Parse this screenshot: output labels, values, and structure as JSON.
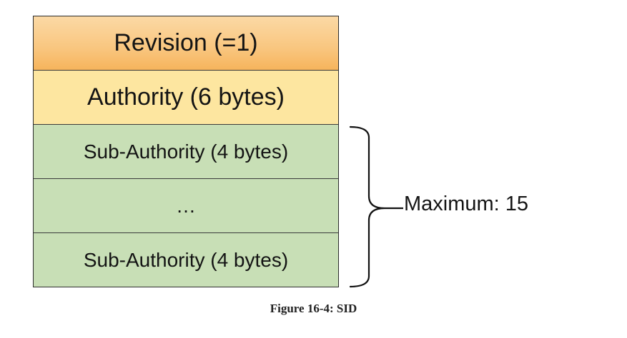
{
  "sid_structure": {
    "fields": [
      {
        "label": "Revision (=1)"
      },
      {
        "label": "Authority (6 bytes)"
      },
      {
        "label": "Sub-Authority (4 bytes)"
      },
      {
        "label": "…"
      },
      {
        "label": "Sub-Authority (4 bytes)"
      }
    ],
    "brace_label": "Maximum: 15"
  },
  "caption": "Figure 16-4: SID",
  "colors": {
    "revision_fill": "#f9c67f",
    "authority_fill": "#fde6a0",
    "sub_authority_fill": "#c8dfb6",
    "border": "#2b2b2b"
  }
}
